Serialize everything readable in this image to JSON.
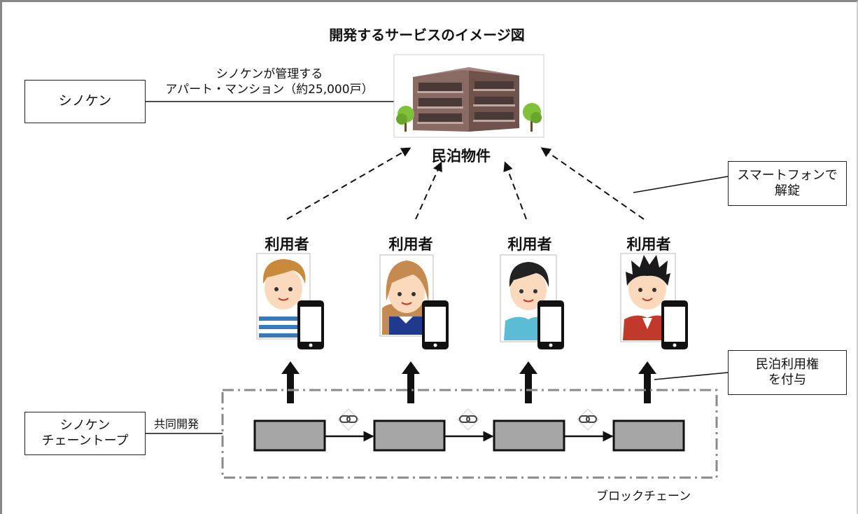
{
  "title": "開発するサービスのイメージ図",
  "company": {
    "box_label": "シノケン",
    "managed_line1": "シノケンが管理する",
    "managed_line2": "アパート・マンション（約25,000戸）"
  },
  "property": {
    "label": "民泊物件",
    "icon": "apartment-building-icon"
  },
  "unlock_note": {
    "line1": "スマートフォンで",
    "line2": "解錠"
  },
  "users": [
    {
      "label": "利用者",
      "icon": "user-avatar-boy-icon"
    },
    {
      "label": "利用者",
      "icon": "user-avatar-girl-icon"
    },
    {
      "label": "利用者",
      "icon": "user-avatar-man-icon"
    },
    {
      "label": "利用者",
      "icon": "user-avatar-man2-icon"
    }
  ],
  "rights_note": {
    "line1": "民泊利用権",
    "line2": "を付与"
  },
  "partner": {
    "line1": "シノケン",
    "line2": "チェーントープ",
    "joint_label": "共同開発"
  },
  "blockchain": {
    "label": "ブロックチェーン",
    "block_count": 4,
    "link_icon": "chain-link-icon"
  },
  "colors": {
    "block_fill": "#a6a6a6",
    "dashed_border": "#8a8a8a",
    "building_wall": "#8a6a64",
    "tree": "#7fc23a"
  }
}
